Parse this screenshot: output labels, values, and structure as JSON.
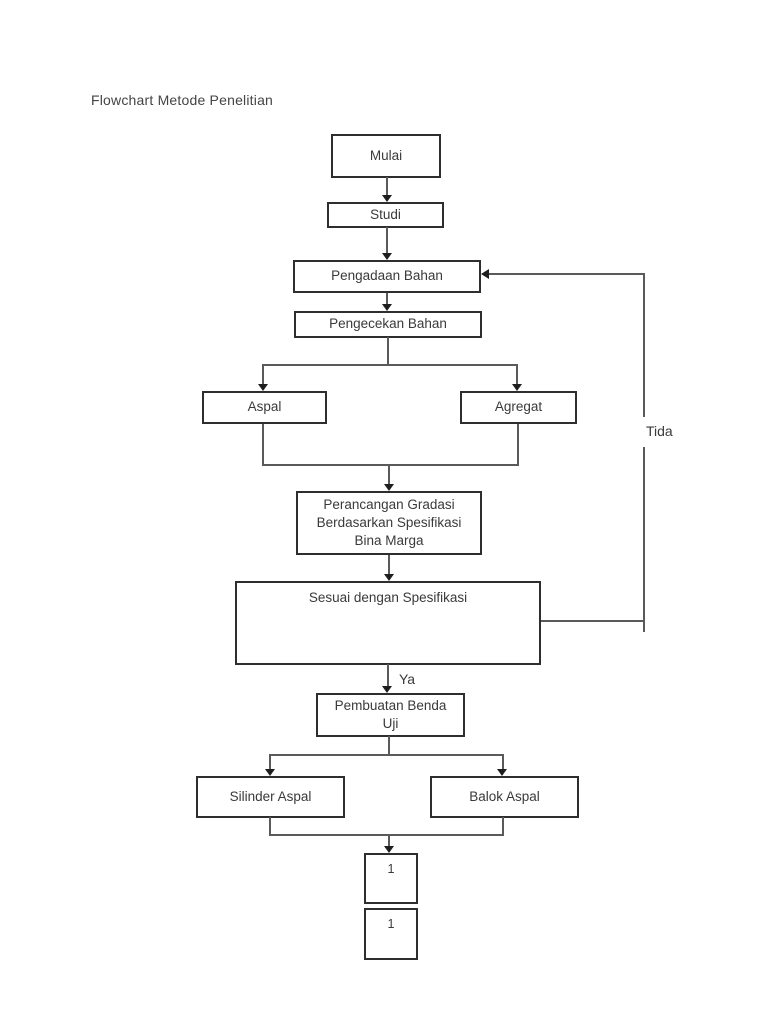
{
  "page": {
    "title": "Flowchart Metode Penelitian"
  },
  "nodes": {
    "mulai": {
      "label": "Mulai"
    },
    "studi": {
      "label": "Studi"
    },
    "pengadaan_bahan": {
      "label": "Pengadaan Bahan"
    },
    "pengecekan_bahan": {
      "label": "Pengecekan Bahan"
    },
    "aspal": {
      "label": "Aspal"
    },
    "agregat": {
      "label": "Agregat"
    },
    "perancangan_gradasi": {
      "label": [
        "Perancangan Gradasi",
        "Berdasarkan Spesifikasi",
        "Bina Marga"
      ]
    },
    "sesuai_spesifikasi": {
      "label": "Sesuai dengan Spesifikasi"
    },
    "pembuatan_benda_uji": {
      "label": [
        "Pembuatan Benda",
        "Uji"
      ]
    },
    "silinder_aspal": {
      "label": "Silinder Aspal"
    },
    "balok_aspal": {
      "label": "Balok Aspal"
    },
    "connector_1a": {
      "label": "1"
    },
    "connector_1b": {
      "label": "1"
    }
  },
  "edge_labels": {
    "no": "Tida",
    "yes": "Ya"
  },
  "colors": {
    "background": "#ffffff",
    "box_border": "#2e2e2e",
    "line": "#5a5a5a",
    "arrow": "#1e1e1e",
    "text": "#3a3a3a"
  }
}
